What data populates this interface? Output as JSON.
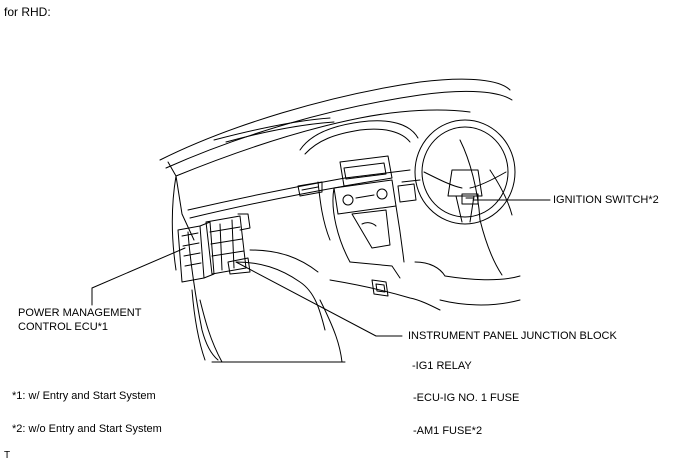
{
  "heading": "for RHD:",
  "labels": {
    "ignition_switch": "IGNITION SWITCH*2",
    "pm_ecu_line1": "POWER MANAGEMENT",
    "pm_ecu_line2": "CONTROL ECU*1",
    "ip_junction_block": "INSTRUMENT PANEL JUNCTION BLOCK",
    "ig1_relay": "-IG1 RELAY",
    "ecu_ig_fuse": "-ECU-IG NO. 1 FUSE",
    "am1_fuse": "-AM1 FUSE*2"
  },
  "footnotes": [
    "*1: w/ Entry and Start System",
    "*2: w/o Entry and Start System"
  ],
  "corner_mark": "T",
  "icons": [
    "car-dashboard-illustration",
    "steering-wheel-icon",
    "ecu-module-icon",
    "junction-block-icon"
  ]
}
